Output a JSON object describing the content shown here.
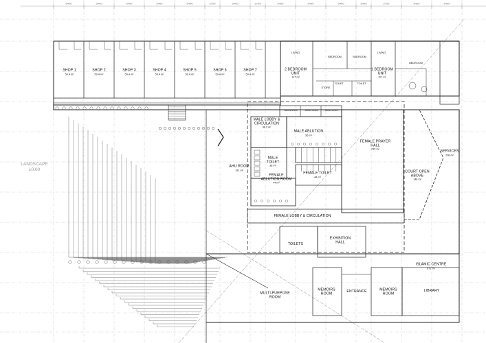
{
  "dimension_labels": [
    "5400",
    "5400",
    "5400",
    "5400",
    "5400",
    "2700",
    "5400",
    "2700",
    "5400",
    "5400",
    "5400",
    "5400",
    "2700",
    "5400",
    "5400"
  ],
  "landscape": {
    "title": "LANDSCAPE",
    "level": "±0.00"
  },
  "shops": [
    {
      "name": "SHOP 1",
      "area": "59.4 m²"
    },
    {
      "name": "SHOP 2",
      "area": "59.4 m²"
    },
    {
      "name": "SHOP 3",
      "area": "59.4 m²"
    },
    {
      "name": "SHOP 4",
      "area": "59.4 m²"
    },
    {
      "name": "SHOP 5",
      "area": "59.4 m²"
    },
    {
      "name": "SHOP 6",
      "area": "59.4 m²"
    },
    {
      "name": "SHOP 7",
      "area": "59.4 m²"
    }
  ],
  "rooms": {
    "unit_2bed": {
      "name": "2 BEDROOM\nUNIT",
      "area": "147 m²"
    },
    "unit_1bed": {
      "name": "1 BEDROOM\nUNIT",
      "area": "117 m²"
    },
    "living_a": "LIVING",
    "living_b": "LIVING",
    "bedroom_a": "BEDROOM",
    "bedroom_b": "BEDROOM",
    "bedroom_c": "BEDROOM",
    "toilet_a": "TOILET",
    "toilet_b": "TOILET",
    "store": "STORE",
    "services_a": "SERVICES",
    "services_b": "SERVICES",
    "services_c": "SERVICES",
    "services_main": {
      "name": "SERVICES",
      "area": "208 m²"
    },
    "male_lobby": {
      "name": "MALE LOBBY &\nCIRCULATION",
      "area": "98.2 m²"
    },
    "male_ablution": {
      "name": "MALE ABLUTION",
      "area": "56 m²"
    },
    "male_toilet": {
      "name": "MALE\nTOILET",
      "area": "38 m²"
    },
    "ahu_room": {
      "name": "AHU ROOM",
      "area": "191 m²"
    },
    "female_ablution": {
      "name": "FEMALE\nABLUTION ROOM",
      "area": "44 m²"
    },
    "female_toilet": {
      "name": "FEMALE TOILET",
      "area": "44 m²"
    },
    "female_prayer": {
      "name": "FEMALE PRAYER\nHALL",
      "area": "233 m²"
    },
    "court": {
      "name": "COURT OPEN\nABOVE",
      "area": "146 m²"
    },
    "female_lobby": "FEMALE LOBBY & CIRCULATION",
    "toilets": "TOILETS",
    "exhibition": "EXHIBITION\nHALL",
    "islamic_centre": {
      "name": "ISLAMIC CENTRE",
      "area": "672 m²"
    },
    "multipurpose": "MULTI-PURPOSE\nROOM",
    "memoirs_a": "MEMOIRS\nROOM",
    "memoirs_b": "MEMOIRS\nROOM",
    "entrance": "ENTRANCE",
    "library": "LIBRARY"
  }
}
